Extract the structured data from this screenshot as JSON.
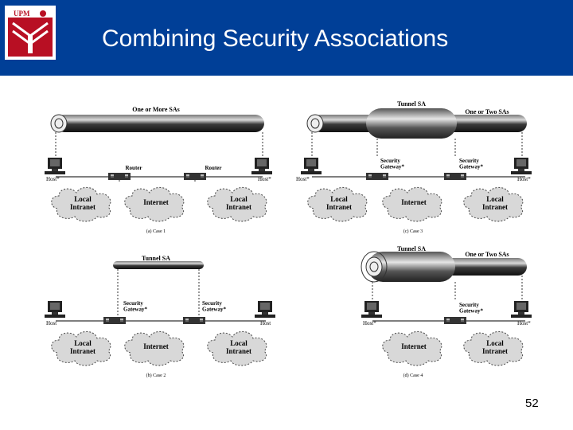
{
  "header": {
    "title": "Combining Security Associations",
    "logo_text": "UPM",
    "background": "#003f97"
  },
  "cases": [
    {
      "caption": "(a) Case 1",
      "top_label": "One or More SAs",
      "host_left": "Host*",
      "host_right": "Host*",
      "left_device": "Router",
      "right_device": "Router",
      "clouds": [
        "Local\nIntranet",
        "Internet",
        "Local\nIntranet"
      ]
    },
    {
      "caption": "(b) Case 2",
      "top_label": "Tunnel SA",
      "host_left": "Host",
      "host_right": "Host",
      "left_device": "Security\nGateway*",
      "right_device": "Security\nGateway*",
      "clouds": [
        "Local\nIntranet",
        "Internet",
        "Local\nIntranet"
      ]
    },
    {
      "caption": "(c) Case 3",
      "tunnel_label": "Tunnel SA",
      "top_label": "One or Two SAs",
      "host_left": "Host*",
      "host_right": "Host*",
      "left_device": "Security\nGateway*",
      "right_device": "Security\nGateway*",
      "clouds": [
        "Local\nIntranet",
        "Internet",
        "Local\nIntranet"
      ]
    },
    {
      "caption": "(d) Case 4",
      "tunnel_label": "Tunnel SA",
      "top_label": "One or Two SAs",
      "host_left": "Host*",
      "host_right": "Host*",
      "right_device": "Security\nGateway*",
      "clouds": [
        "Internet",
        "Local\nIntranet"
      ]
    }
  ],
  "page_number": "52",
  "colors": {
    "pipe_dark": "#2a2a2a",
    "pipe_light": "#cfcfcf",
    "cloud": "#d8d8d8"
  }
}
